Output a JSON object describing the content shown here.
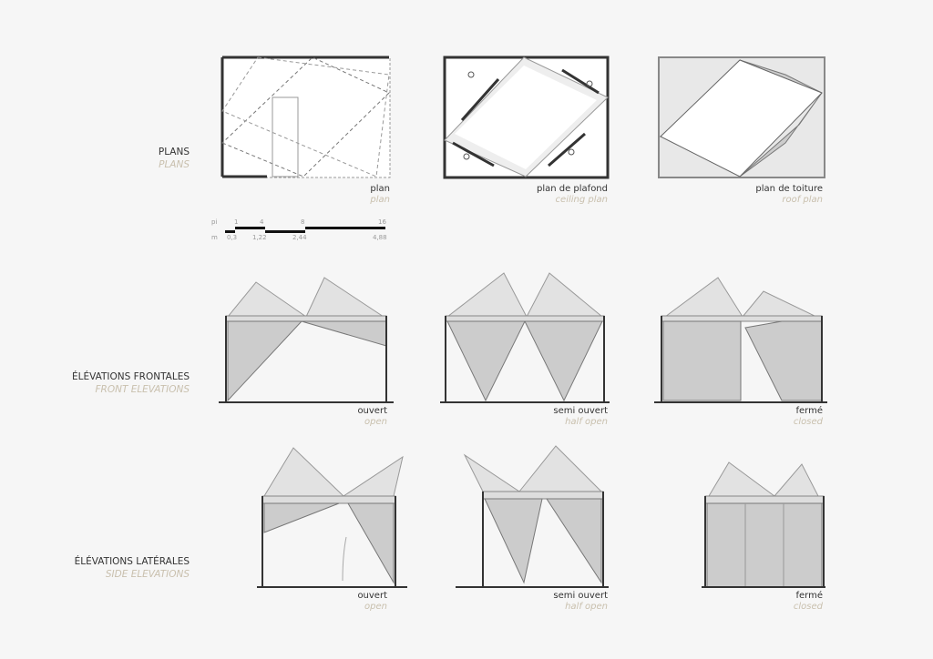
{
  "sections": {
    "plans": {
      "fr": "PLANS",
      "en": "PLANS"
    },
    "front": {
      "fr": "ÉLÉVATIONS FRONTALES",
      "en": "FRONT ELEVATIONS"
    },
    "side": {
      "fr": "ÉLÉVATIONS LATÉRALES",
      "en": "SIDE ELEVATIONS"
    }
  },
  "plans": [
    {
      "fr": "plan",
      "en": "plan"
    },
    {
      "fr": "plan de plafond",
      "en": "ceiling plan"
    },
    {
      "fr": "plan de toiture",
      "en": "roof plan"
    }
  ],
  "scale_bar": {
    "unit_ft": "pi",
    "unit_m": "m",
    "ft": [
      "1",
      "4",
      "8",
      "16"
    ],
    "m": [
      "0,3",
      "1,22",
      "2,44",
      "4,88"
    ]
  },
  "front_elevations": [
    {
      "fr": "ouvert",
      "en": "open"
    },
    {
      "fr": "semi ouvert",
      "en": "half open"
    },
    {
      "fr": "fermé",
      "en": "closed"
    }
  ],
  "side_elevations": [
    {
      "fr": "ouvert",
      "en": "open"
    },
    {
      "fr": "semi ouvert",
      "en": "half open"
    },
    {
      "fr": "fermé",
      "en": "closed"
    }
  ]
}
